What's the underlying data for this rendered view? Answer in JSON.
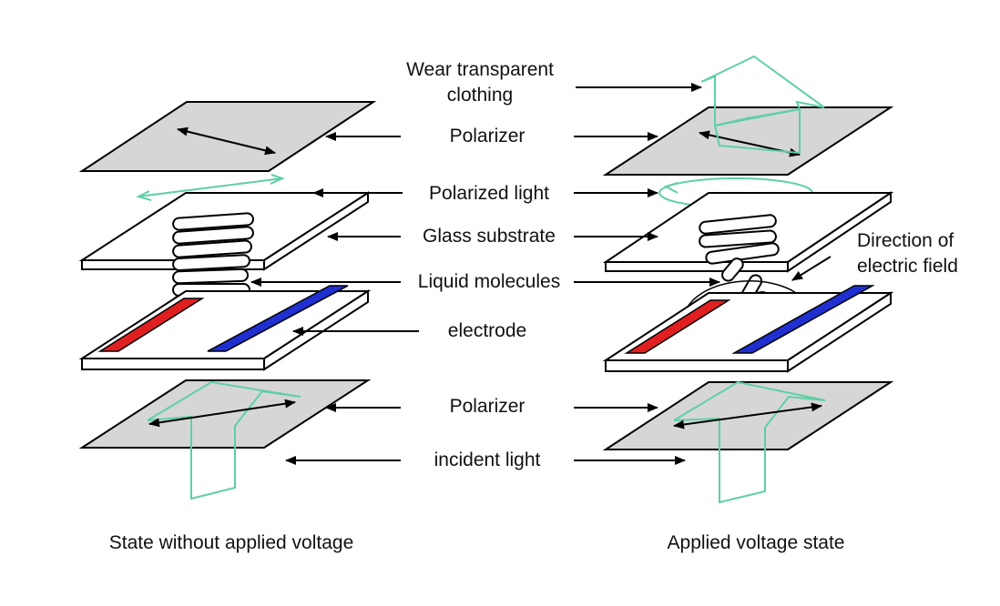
{
  "labels": {
    "wear_transparent_clothing_line1": "Wear transparent",
    "wear_transparent_clothing_line2": "clothing",
    "polarizer_top": "Polarizer",
    "polarized_light": "Polarized light",
    "glass_substrate": "Glass substrate",
    "direction_of_electric_field_line1": "Direction of",
    "direction_of_electric_field_line2": "electric field",
    "liquid_molecules": "Liquid molecules",
    "electrode": "electrode",
    "polarizer_bottom": "Polarizer",
    "incident_light": "incident light"
  },
  "captions": {
    "left": "State without applied voltage",
    "right": "Applied voltage state"
  },
  "colors": {
    "plate_fill": "#d6d6d6",
    "light_outline": "#5fcfa4",
    "electrode_red": "#e02020",
    "electrode_blue": "#1f2fd0",
    "stroke": "#000000"
  }
}
